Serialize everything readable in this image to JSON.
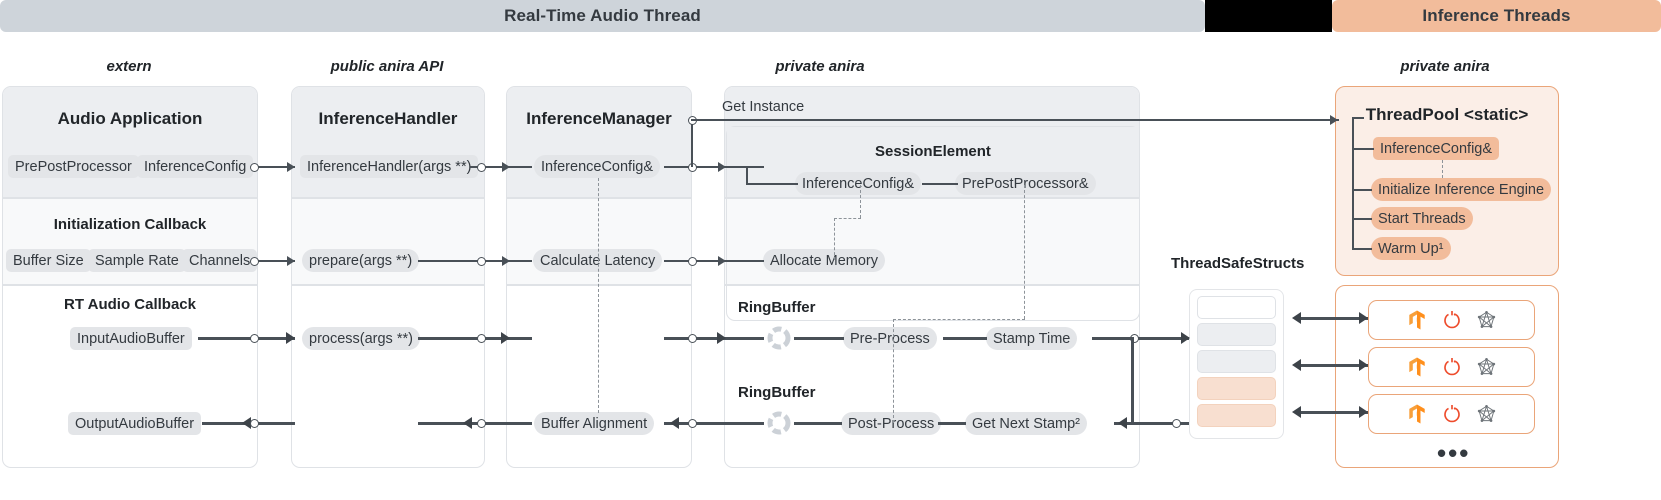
{
  "banners": {
    "realtime": "Real-Time Audio Thread",
    "inference": "Inference Threads"
  },
  "captions": {
    "extern": "extern",
    "public_api": "public anira API",
    "private_anira": "private anira",
    "private_anira_right": "private anira"
  },
  "columns": {
    "audio_application": {
      "title": "Audio Application",
      "row1": [
        "PrePostProcessor",
        "InferenceConfig"
      ],
      "init_callback_title": "Initialization Callback",
      "init_items": [
        "Buffer Size",
        "Sample Rate",
        "Channels"
      ],
      "rt_callback_title": "RT Audio Callback",
      "input_buffer": "InputAudioBuffer",
      "output_buffer": "OutputAudioBuffer"
    },
    "inference_handler": {
      "title": "InferenceHandler",
      "ctor": "InferenceHandler(args **)",
      "prepare": "prepare(args **)",
      "process": "process(args **)"
    },
    "inference_manager": {
      "title": "InferenceManager",
      "config_ref": "InferenceConfig&",
      "calculate_latency": "Calculate Latency",
      "buffer_alignment": "Buffer Alignment"
    },
    "private_anira": {
      "get_instance": "Get Instance",
      "session_element": {
        "title": "SessionElement",
        "config_ref": "InferenceConfig&",
        "prepost_ref": "PrePostProcessor&",
        "allocate_memory": "Allocate Memory"
      },
      "ringbuffer_top": "RingBuffer",
      "ringbuffer_bottom": "RingBuffer",
      "pre_process": "Pre-Process",
      "post_process": "Post-Process",
      "stamp_time": "Stamp Time",
      "get_next_stamp": "Get Next Stamp²"
    },
    "thread_safe_structs": {
      "label": "ThreadSafeStructs",
      "rows": [
        "empty-white",
        "grey",
        "grey",
        "orange",
        "orange"
      ]
    },
    "thread_pool": {
      "title": "ThreadPool <static>",
      "items": [
        "InferenceConfig&",
        "Initialize Inference Engine",
        "Start Threads",
        "Warm Up¹"
      ],
      "threads": [
        {
          "icons": [
            "tensorflow-icon",
            "pytorch-icon",
            "onnx-icon"
          ]
        },
        {
          "icons": [
            "tensorflow-icon",
            "pytorch-icon",
            "onnx-icon"
          ]
        },
        {
          "icons": [
            "tensorflow-icon",
            "pytorch-icon",
            "onnx-icon"
          ]
        }
      ],
      "more": "•••"
    }
  },
  "colors": {
    "banner_grey": "#ced4da",
    "banner_orange": "#f2bc9b",
    "pill_grey": "#e3e5e8",
    "pill_orange": "#f2bc9b",
    "panel_border": "#dfe2e6",
    "orange_border": "#eaa579",
    "orange_fill": "#fbeee7",
    "connector": "#495057",
    "tensorflow": "#ff8f1c",
    "pytorch": "#ee4c2c",
    "onnx": "#6e7479"
  }
}
